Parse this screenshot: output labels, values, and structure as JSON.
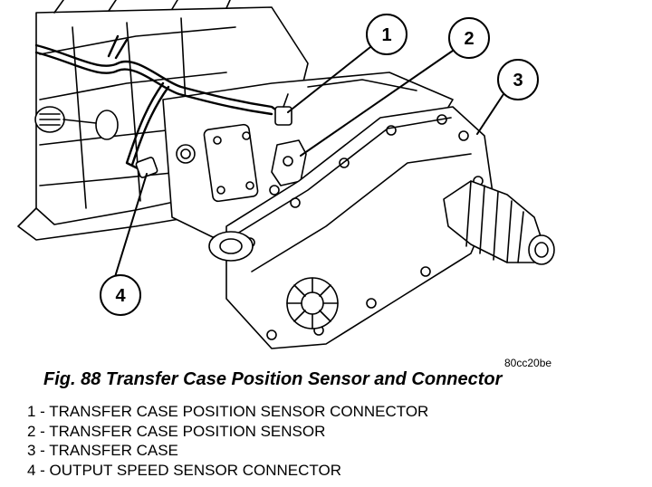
{
  "figure": {
    "image_code": "80cc20be",
    "caption": "Fig. 88 Transfer Case Position Sensor and Connector",
    "callouts": [
      "1",
      "2",
      "3",
      "4"
    ]
  },
  "legend": [
    "1 - TRANSFER CASE POSITION SENSOR CONNECTOR",
    "2 - TRANSFER CASE POSITION SENSOR",
    "3 - TRANSFER CASE",
    "4 - OUTPUT SPEED SENSOR CONNECTOR"
  ]
}
